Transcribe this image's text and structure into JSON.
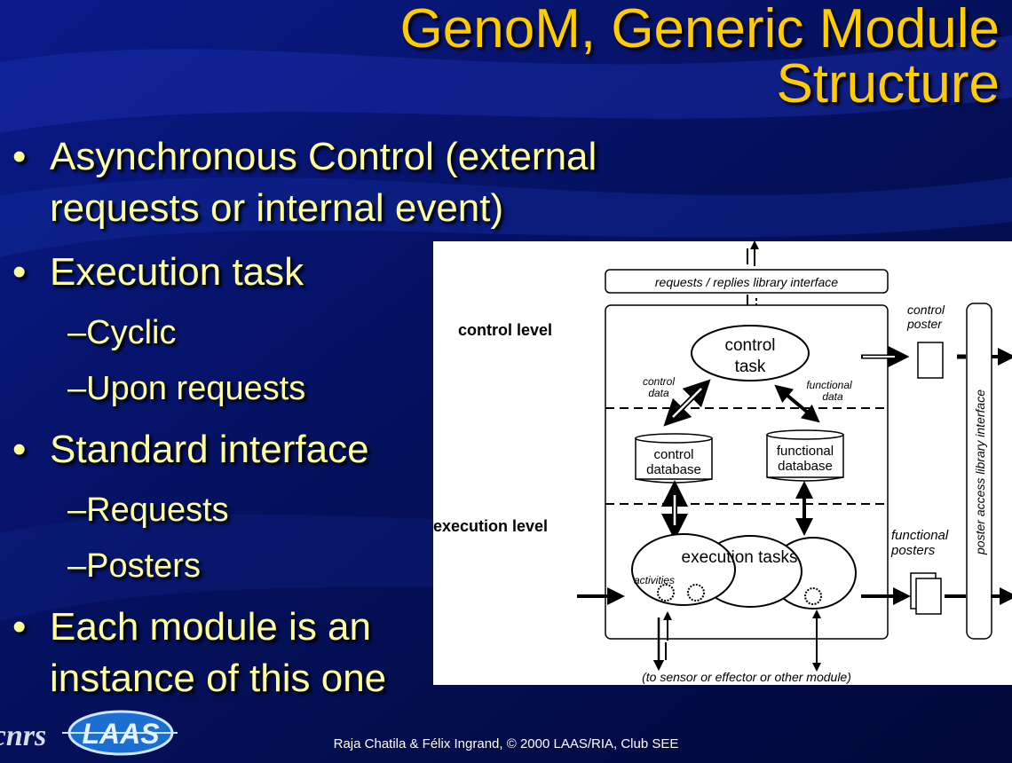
{
  "slide": {
    "title_line1": "GenoM, Generic Module",
    "title_line2": "Structure",
    "bullets": [
      {
        "lines": [
          "Asynchronous Control (external",
          "requests or internal event)"
        ]
      },
      {
        "lines": [
          "Execution task"
        ],
        "subs": [
          "Cyclic",
          "Upon requests"
        ]
      },
      {
        "lines": [
          "Standard interface"
        ],
        "subs": [
          "Requests",
          "Posters"
        ]
      },
      {
        "lines": [
          "Each module is an",
          "instance of this one"
        ]
      }
    ],
    "footer": "Raja Chatila & Félix Ingrand, © 2000 LAAS/RIA, Club SEE",
    "logo_text": "LAAS",
    "logo_prefix": "cnrs",
    "colors": {
      "title": "#ffcc00",
      "bullet": "#ffff99",
      "background": "#050a4a"
    }
  },
  "diagram": {
    "requests_interface": "requests / replies  library interface",
    "control_level": "control level",
    "execution_level": "execution level",
    "control_task_1": "control",
    "control_task_2": "task",
    "control_data_1": "control",
    "control_data_2": "data",
    "functional_data_1": "functional",
    "functional_data_2": "data",
    "control_db_1": "control",
    "control_db_2": "database",
    "functional_db_1": "functional",
    "functional_db_2": "database",
    "execution_tasks": "execution tasks",
    "activities": "activities",
    "control_poster_1": "control",
    "control_poster_2": "poster",
    "functional_posters_1": "functional",
    "functional_posters_2": "posters",
    "poster_access": "poster access  library interface",
    "bottom_note": "(to sensor or effector or other module)"
  }
}
